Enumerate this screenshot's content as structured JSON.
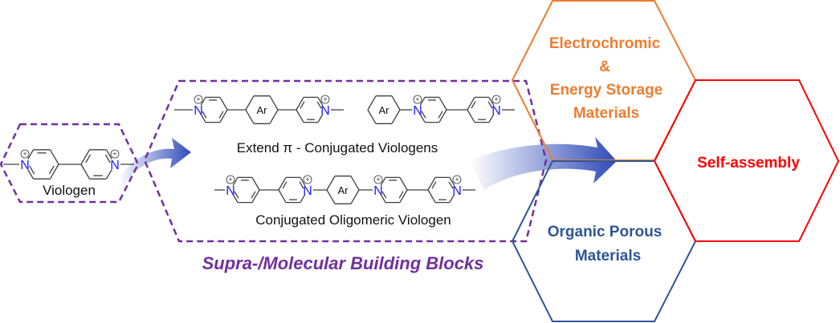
{
  "colors": {
    "purple": "#7030a0",
    "orange": "#ed7d31",
    "blue": "#2e5597",
    "red": "#ff0000",
    "nitrogen": "#1a1aff",
    "bond": "#404040",
    "arrow": "#2e4bb8"
  },
  "viologen": {
    "caption": "Viologen",
    "atoms": {
      "nitrogen": "N",
      "charge": "+"
    }
  },
  "building_blocks": {
    "title": "Supra-/Molecular Building Blocks",
    "extended": {
      "caption": "Extend π - Conjugated Viologens",
      "ring_label": "Ar"
    },
    "oligomeric": {
      "caption": "Conjugated Oligomeric Viologen",
      "ring_label": "Ar"
    }
  },
  "applications": {
    "electrochromic": {
      "lines": [
        "Electrochromic",
        "&",
        "Energy Storage",
        "Materials"
      ]
    },
    "porous": {
      "lines": [
        "Organic Porous",
        "Materials"
      ]
    },
    "self_assembly": {
      "lines": [
        "Self-assembly"
      ]
    }
  }
}
